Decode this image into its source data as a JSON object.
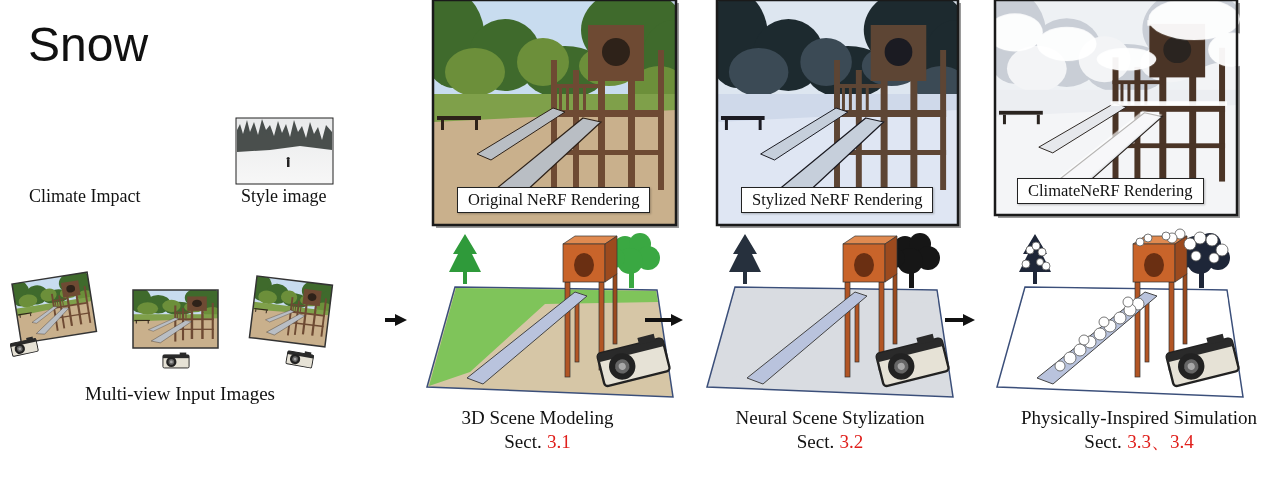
{
  "diagram": {
    "nodes": [
      {
        "text": [
          "Original NeRF Rendering"
        ]
      },
      {
        "text": [
          "Stylized NeRF Rendering"
        ]
      },
      {
        "text": [
          "ClimateNeRF Rendering"
        ]
      },
      {
        "text": [
          "Multi-view Input Images"
        ]
      },
      {
        "text": [
          "3D Scene Modeling",
          "Sect.",
          "3.1"
        ]
      },
      {
        "text": [
          "Neural Scene Stylization",
          "Sect.",
          "3.2"
        ]
      },
      {
        "text": [
          "Physically-Inspired Simulation",
          "Sect.",
          "3.3、3.4"
        ]
      }
    ],
    "edges": [
      {
        "from": 3,
        "to": 4,
        "arrow": "to"
      },
      {
        "from": 4,
        "to": 5,
        "arrow": "to"
      },
      {
        "from": 5,
        "to": 6,
        "arrow": "to"
      }
    ],
    "labels": [
      "Snow",
      "Climate Impact",
      "Style image"
    ]
  }
}
